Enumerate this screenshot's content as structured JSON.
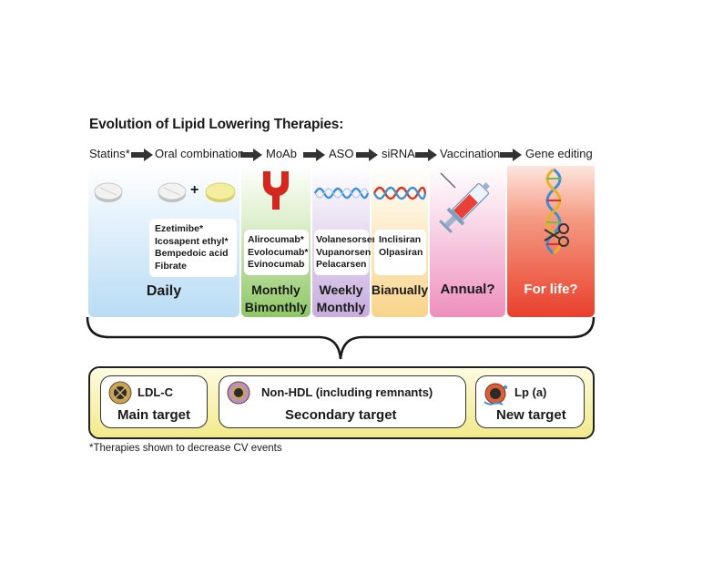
{
  "title": "Evolution of Lipid Lowering Therapies:",
  "stages": [
    {
      "label": "Statins*"
    },
    {
      "label": "Oral combination"
    },
    {
      "label": "MoAb"
    },
    {
      "label": "ASO"
    },
    {
      "label": "siRNA"
    },
    {
      "label": "Vaccination"
    },
    {
      "label": "Gene editing"
    }
  ],
  "plus_sign": "+",
  "drug_lists": {
    "oral": [
      "Ezetimibe*",
      "Icosapent ethyl*",
      "Bempedoic acid",
      "Fibrate"
    ],
    "moab": [
      "Alirocumab*",
      "Evolocumab*",
      "Evinocumab"
    ],
    "aso": [
      "Volanesorsen",
      "Vupanorsen",
      "Pelacarsen"
    ],
    "sirna": [
      "Inclisiran",
      "Olpasiran"
    ]
  },
  "frequencies": {
    "daily": "Daily",
    "moab_1": "Monthly",
    "moab_2": "Bimonthly",
    "aso_1": "Weekly",
    "aso_2": "Monthly",
    "sirna": "Bianually",
    "vaccination": "Annual?",
    "gene": "For life?"
  },
  "targets": [
    {
      "name": "LDL-C",
      "role": "Main target"
    },
    {
      "name": "Non-HDL (including remnants)",
      "role": "Secondary target"
    },
    {
      "name": "Lp (a)",
      "role": "New target"
    }
  ],
  "footnote": "*Therapies shown to decrease CV events",
  "colors": {
    "statin_col": "#cfe6f7",
    "moab_col": "#9fcf7a",
    "aso_col": "#cdb8e2",
    "sirna_col": "#fbe0a6",
    "vaccine_col": "#f2a3c8",
    "gene_col": "#ef5b45",
    "target_panel": "#f6ef9a",
    "dna_blue": "#3b8fd6",
    "dna_red": "#d8322b"
  }
}
